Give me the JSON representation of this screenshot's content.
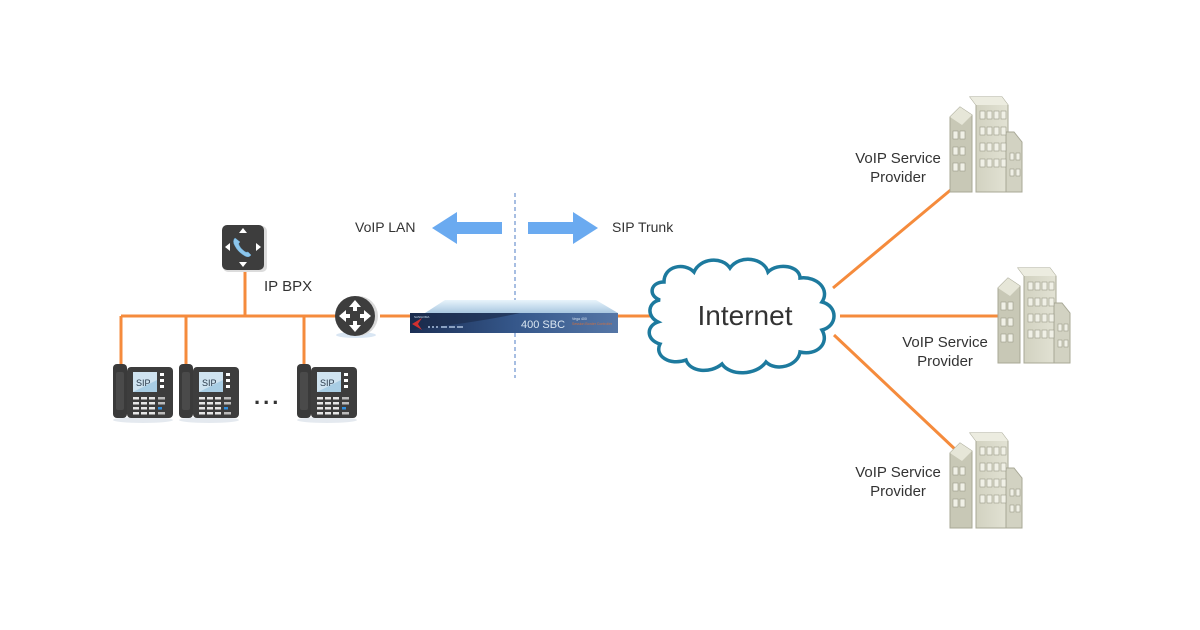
{
  "labels": {
    "voip_lan": "VoIP LAN",
    "sip_trunk": "SIP Trunk",
    "ip_pbx": "IP BPX",
    "internet": "Internet",
    "sbc_model": "400 SBC",
    "sbc_brand": "SANGOMA",
    "sbc_sub1": "Vega 400",
    "sbc_sub2": "Session Border Controller",
    "phone_screen": "SIP",
    "ellipsis": "..."
  },
  "providers": [
    {
      "line1": "VoIP Service",
      "line2": "Provider"
    },
    {
      "line1": "VoIP Service",
      "line2": "Provider"
    },
    {
      "line1": "VoIP Service",
      "line2": "Provider"
    }
  ],
  "colors": {
    "link": "#f58b3c",
    "arrow": "#6aaaf0",
    "cloud": "#1d7a9e",
    "device_dark": "#3d3d3d",
    "sbc_blue": "#2c4a7a",
    "building": "#d8d8c8",
    "divider": "#8aa8d8"
  }
}
